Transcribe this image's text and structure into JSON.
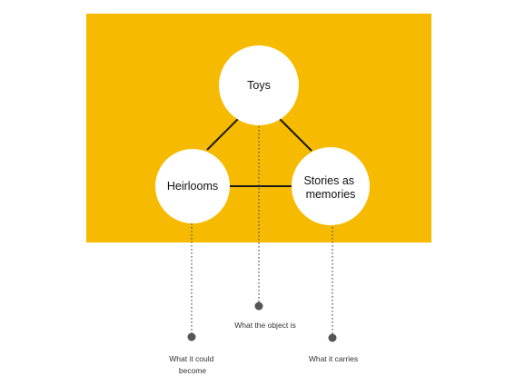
{
  "colors": {
    "panel": "#F6BB00",
    "node_fill": "#FFFFFF",
    "edge": "#1A1A1A",
    "leader": "#555555",
    "dot": "#555555"
  },
  "nodes": {
    "toys": {
      "label_lines": [
        "Toys"
      ]
    },
    "heirlooms": {
      "label_lines": [
        "Heirlooms"
      ]
    },
    "stories": {
      "label_lines": [
        "Stories as",
        "memories"
      ]
    }
  },
  "captions": {
    "object": {
      "lines": [
        "What the object is"
      ]
    },
    "become": {
      "lines": [
        "What it could",
        "become"
      ]
    },
    "carries": {
      "lines": [
        "What it carries"
      ]
    }
  }
}
